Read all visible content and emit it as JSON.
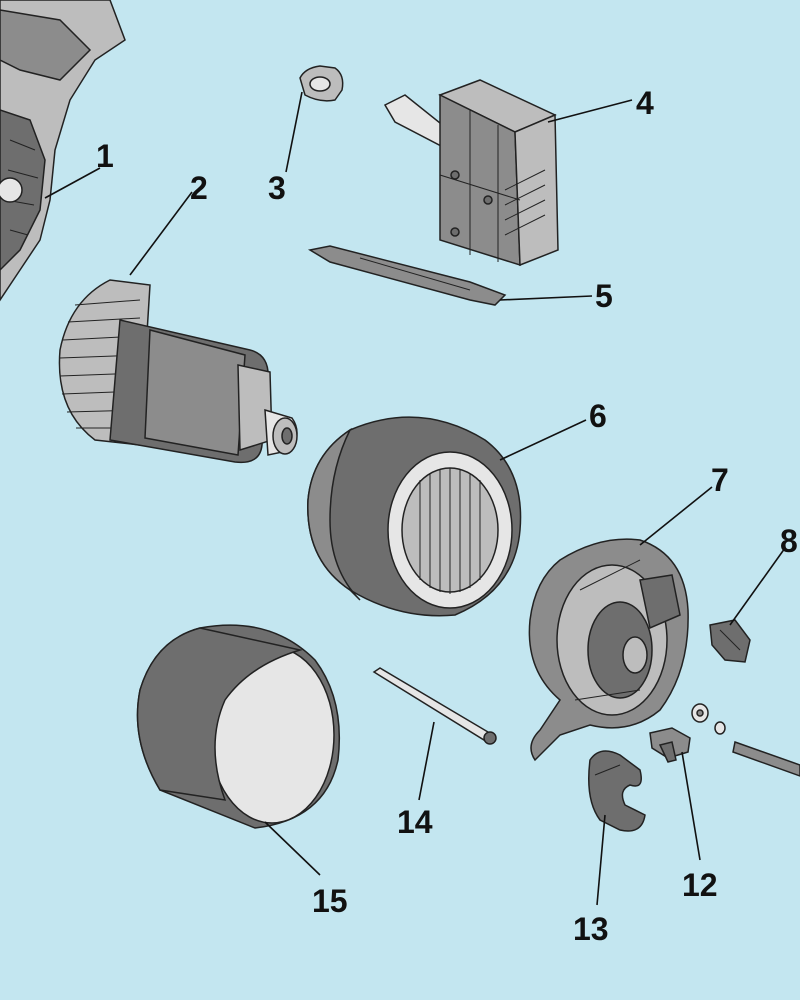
{
  "diagram": {
    "background_color": "#c3e6f0",
    "callouts": [
      "1",
      "2",
      "3",
      "4",
      "5",
      "6",
      "7",
      "8",
      "12",
      "13",
      "14",
      "15"
    ]
  }
}
